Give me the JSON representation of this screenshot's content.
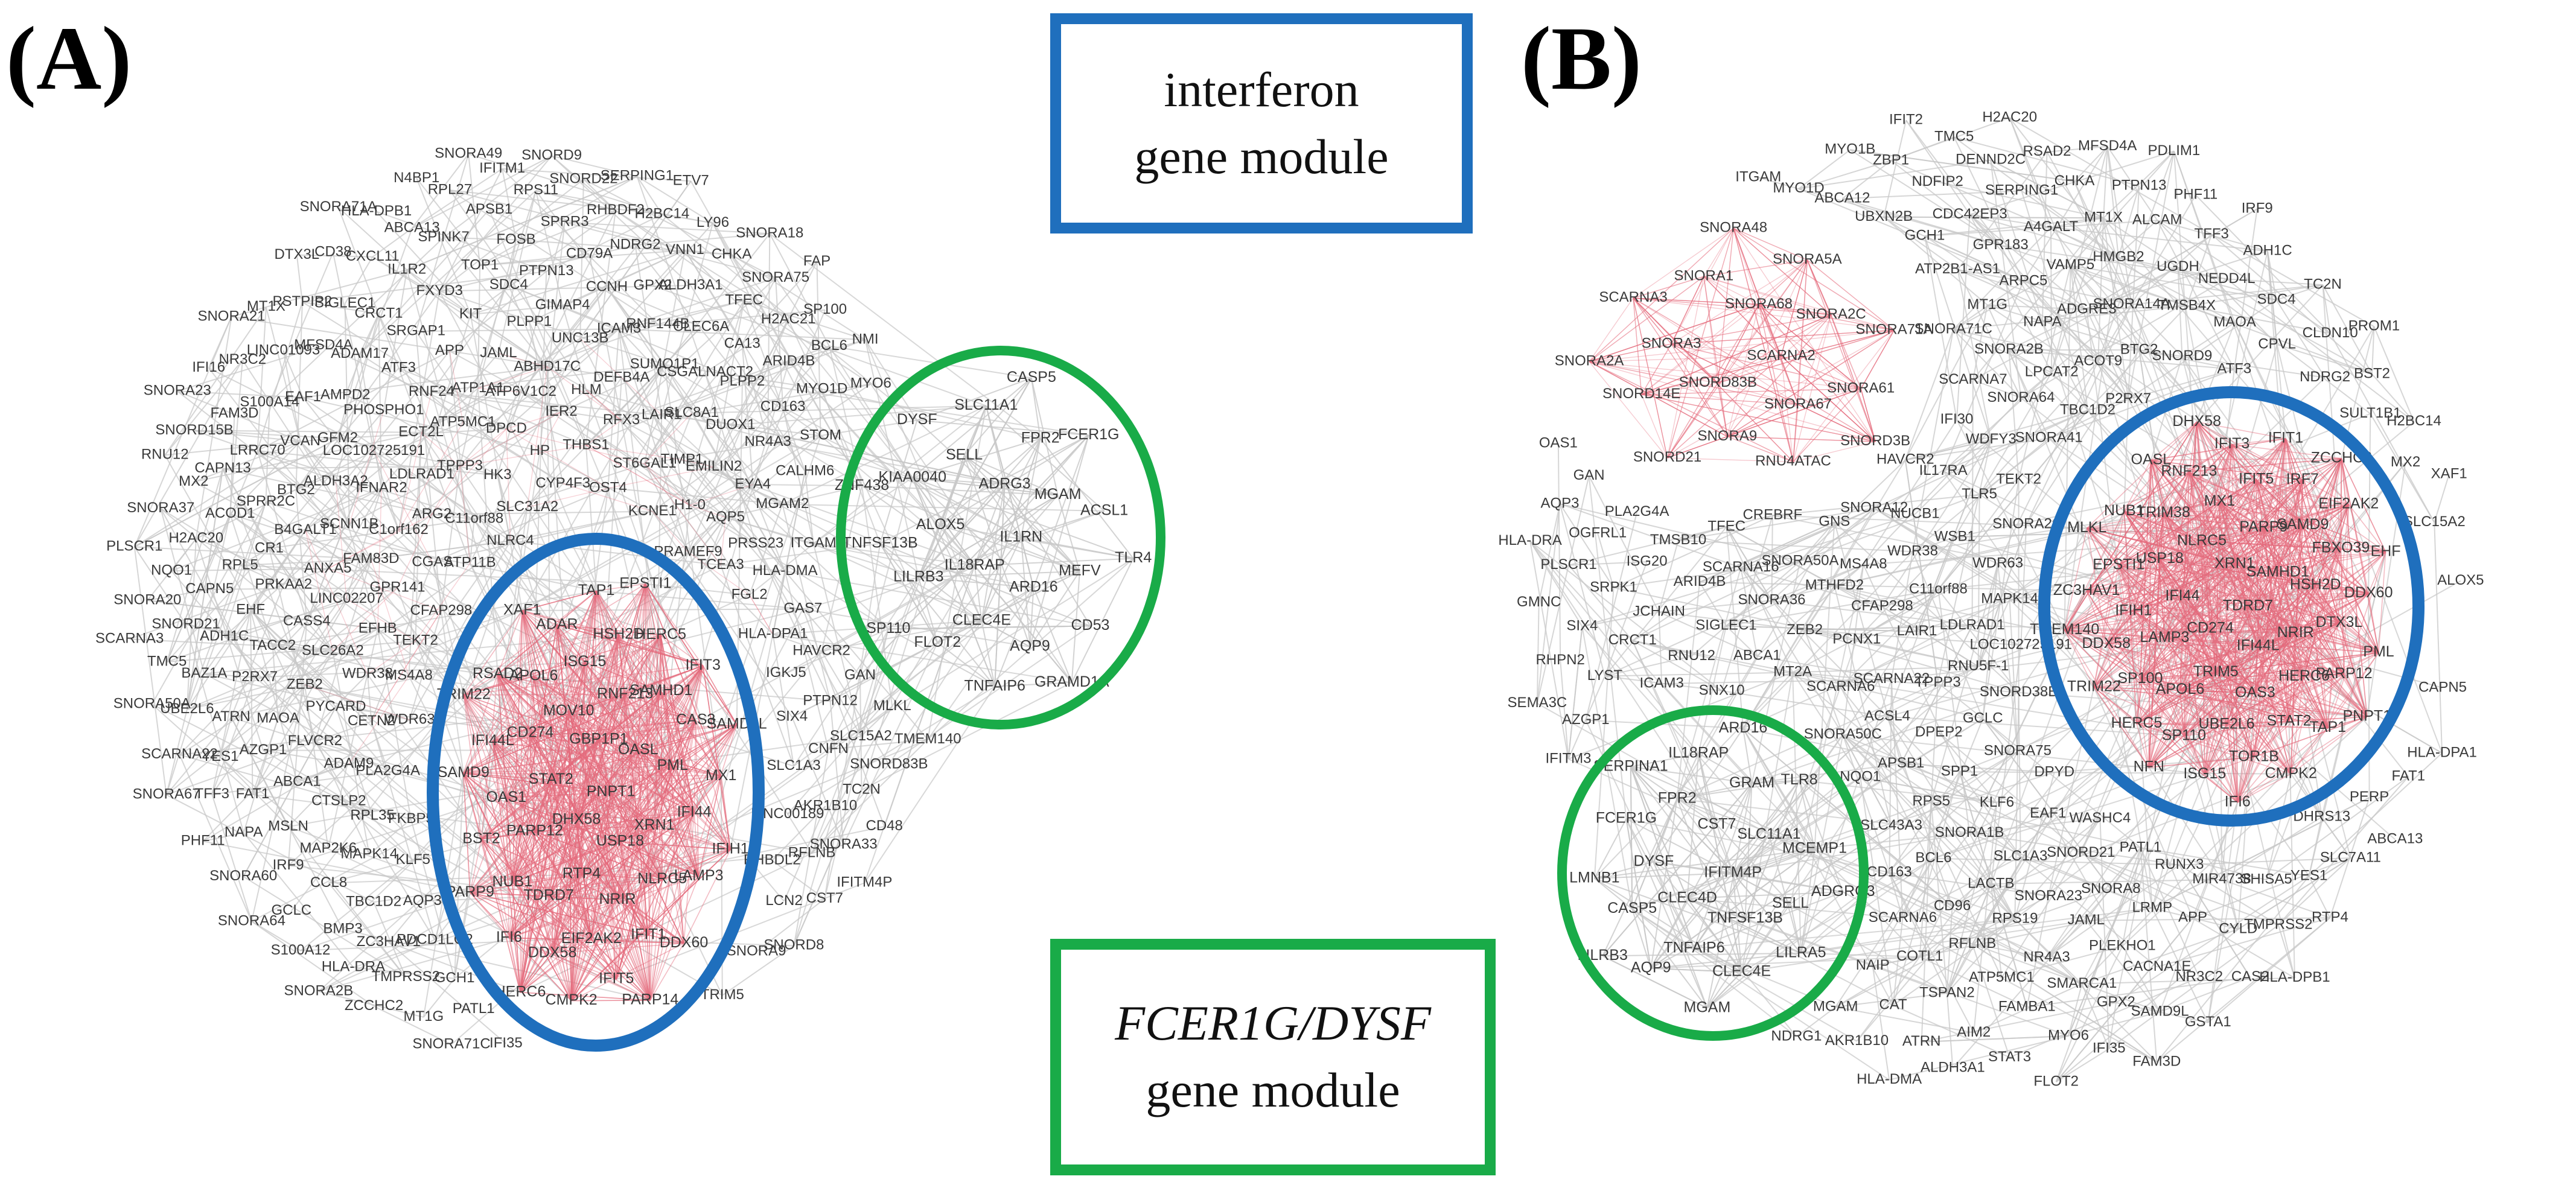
{
  "panels": [
    {
      "id": "A",
      "label": "(A)"
    },
    {
      "id": "B",
      "label": "(B)"
    }
  ],
  "legend": {
    "interferon": {
      "line1": "interferon",
      "line2": "gene module",
      "color": "#1f6fbd"
    },
    "fcer1g": {
      "line1": "FCER1G/DYSF",
      "line2": "gene module",
      "color": "#19ab48"
    }
  },
  "colors": {
    "edge": "#c8c8c8",
    "dense_edge": "#e46a7c",
    "node_text": "#3a3a3a"
  },
  "genes": {
    "A_outer": [
      "NLRC4",
      "ATP11B",
      "SLC31A2",
      "CFAP298",
      "C11orf88",
      "CYP4F3",
      "CGAS",
      "HK3",
      "TEKT2",
      "OST4",
      "ARG2",
      "HP",
      "GPR141",
      "KCNE1",
      "TPPP3",
      "MS4A8",
      "THBS1",
      "C1orf162",
      "PRAMEF9",
      "DPCD",
      "EFHB",
      "ST6GAL1",
      "LDLRAD1",
      "WDR63",
      "IER2",
      "FAM83D",
      "H1-0",
      "ATP5MC1",
      "WDR38",
      "RFX3",
      "IFNAR2",
      "TCEA3",
      "ATP6V1C2",
      "LINC02207",
      "TIMP1",
      "ECT2L",
      "CETN2",
      "HLM",
      "SCNN1B",
      "AQP5",
      "ATP1A1",
      "SLC26A2",
      "LAIR1",
      "LOC102725191",
      "FGL2",
      "PLA2G4A",
      "ABHD17C",
      "ANXA5",
      "EMILIN2",
      "RNF24",
      "PYCARD",
      "DEFB4A",
      "ALDH3A2",
      "PRSS23",
      "FKBP5",
      "JAML",
      "CASS4",
      "SLC8A1",
      "PHOSPHO1",
      "HLA-DPA1",
      "ADAM9",
      "UNC13B",
      "B4GALT1",
      "EYA4",
      "APP",
      "ZEB2",
      "SUMO1P1",
      "GFM2",
      "HLA-DMA",
      "RPL35",
      "PLPP1",
      "PRKAA2",
      "DUOX1",
      "ATF3",
      "IGKJ5",
      "FLVCR2",
      "ICAM3",
      "BTG2",
      "MGAM2",
      "KLF5",
      "KIT",
      "TACC2",
      "CSGALNACT2",
      "AMPD2",
      "GAS7",
      "CTSLP2",
      "GIMAP4",
      "CR1",
      "NR4A3",
      "SRGAP1",
      "SIX4",
      "MAOA",
      "RNF144B",
      "VCAN",
      "ITGAM",
      "MAPK14",
      "SDC4",
      "EHF",
      "PLPP2",
      "ADAM17",
      "HAVCR2",
      "ABCA1",
      "CCNH",
      "SPRR2C",
      "CALHM6",
      "AQP3",
      "FXYD3",
      "SLC1A3",
      "P2RX7",
      "CLEC6A",
      "EAF1",
      "MAP2K6",
      "PTPN13",
      "RPL5",
      "CD163",
      "CRCT1",
      "PTPN12",
      "AZGP1",
      "GPX2",
      "LRRC70",
      "TBC1D2",
      "TOP1",
      "LINC00189",
      "ADH1C",
      "CA13",
      "MFSD4A",
      "MSLN",
      "CD79A",
      "ACOD1",
      "STOM",
      "PDCD1LG2",
      "IL1R2",
      "CNFN",
      "ATRN",
      "ALDH3A1",
      "S100A14",
      "CCL8",
      "FOSB",
      "RHBDL2",
      "CAPN5",
      "ARID4B",
      "SIGLEC1",
      "GAN",
      "FAT1",
      "NDRG2",
      "CAPN13",
      "ZC3HAV1",
      "SPINK7",
      "AKR1B10",
      "BAZ1A",
      "TFEC",
      "LINC01093",
      "IRF9",
      "SPRR3",
      "H2AC20",
      "MYO1D",
      "GCH1",
      "CXCL11",
      "SLC15A2",
      "YES1",
      "VNN1",
      "FAM3D",
      "BMP3",
      "APSB1",
      "RFLNB",
      "SNORD21",
      "H2AC21",
      "PSTPIP2",
      "NAPA",
      "RHBDF2",
      "MX2",
      "TMPRSS2",
      "ABCA13",
      "TC2N",
      "UBE2L6",
      "CHKA",
      "NR3C2",
      "GCLC",
      "RPS11",
      "LCN2",
      "NQO1",
      "BCL6",
      "PATL1",
      "CD38",
      "MLKL",
      "TFF3",
      "H2BC14",
      "SNORD15B",
      "HLA-DRA",
      "RPL27",
      "SNORA33",
      "TMC5",
      "SNORA75",
      "MT1X",
      "SNORA60",
      "SNORD22",
      "SNORA9",
      "SNORA37",
      "MYO6",
      "MT1G",
      "HLA-DPB1",
      "SNORD83B",
      "SCARNA22",
      "LY96",
      "IFI16",
      "S100A12",
      "IFITM1",
      "CST7",
      "SNORA20",
      "SP100",
      "IFI35",
      "DTX3L",
      "PHF11",
      "SERPING1",
      "TRIM5",
      "RNU12",
      "ZCCHC2",
      "N4BP1",
      "CD48",
      "SNORA50A",
      "SNORA18",
      "SNORA21",
      "SNORA64",
      "SNORD9",
      "SNORD8",
      "PLSCR1",
      "NMI",
      "SNORA71C",
      "SNORA71A",
      "TMEM140",
      "SNORA67",
      "ETV7",
      "SNORA23",
      "SNORA2B",
      "SNORA49",
      "IFITM4P",
      "SCARNA3",
      "FAP"
    ],
    "A_ifn": [
      "PNPT1",
      "DHX58",
      "GBP1P1",
      "USP18",
      "STAT2",
      "OASL",
      "RTP4",
      "MOV10",
      "XRN1",
      "PARP12",
      "RNF213",
      "NRIR",
      "CD274",
      "PML",
      "TDRD7",
      "ISG15",
      "NLRC5",
      "OAS1",
      "SAMHD1",
      "EIF2AK2",
      "APOL6",
      "IFI44",
      "NUB1",
      "HSH2D",
      "IFIT1",
      "IFI44L",
      "CAS3",
      "DDX58",
      "ADAR",
      "LAMP3",
      "BST2",
      "HERC5",
      "IFIT5",
      "RSAD2",
      "MX1",
      "IFI6",
      "TAP1",
      "DDX60",
      "SAMD9",
      "IFIT3",
      "CMPK2",
      "XAF1",
      "IFIH1",
      "PARP9",
      "EPSTI1",
      "PARP14",
      "TRIM22",
      "SAMD9L",
      "HERC6"
    ],
    "A_fc": [
      "IL1RN",
      "IL18RAP",
      "ADRG3",
      "ARD16",
      "ALOX5",
      "MGAM",
      "CLEC4E",
      "SELL",
      "MEFV",
      "LILRB3",
      "FPR2",
      "AQP9",
      "KIAA0040",
      "ACSL1",
      "FLOT2",
      "SLC11A1",
      "CD53",
      "TNFSF13B",
      "FCER1G",
      "TNFAIP6",
      "DYSF",
      "TLR4",
      "SP110",
      "CASP5",
      "GRAMD1A",
      "ZNF438"
    ],
    "B_outer": [
      "MAPK14",
      "LDLRAD1",
      "WDR63",
      "LOC102725191",
      "C11orf88",
      "RNU5F-1",
      "WSB1",
      "LAIR1",
      "SNORA26",
      "SNORD38B",
      "WDR38",
      "TPPP3",
      "TLR5",
      "CFAP298",
      "GCLC",
      "NUCB1",
      "SCARNA22",
      "TEKT2",
      "MS4A8",
      "DPEP2",
      "IL17RA",
      "PCNX1",
      "SNORA75",
      "SNORA12",
      "ACSL4",
      "WDFY3",
      "MTHFD2",
      "SPP1",
      "HAVCR2",
      "SCARNA6",
      "SNORA41",
      "DPYD",
      "GNS",
      "APSB1",
      "IFI30",
      "ZEB2",
      "KLF6",
      "SNORA50C",
      "SNORA64",
      "SNORA50A",
      "RPS5",
      "MT2A",
      "TBC1D2",
      "EAF1",
      "NQO1",
      "SCARNA7",
      "SNORA36",
      "SNORA1B",
      "LPCAT2",
      "WASHC4",
      "CREBRF",
      "SLC43A3",
      "ABCA1",
      "P2RX7",
      "SLC1A3",
      "SNORA2B",
      "SCARNA16",
      "BCL6",
      "ACOT9",
      "SNORD21",
      "SNORA71C",
      "SIGLEC1",
      "LACTB",
      "NAPA",
      "PATL1",
      "TFEC",
      "CD163",
      "SNX10",
      "BTG2",
      "SNORA23",
      "MT1G",
      "ARID4B",
      "CD96",
      "ADGRE3",
      "SNORA8",
      "RNU12",
      "SNORD9",
      "RPS19",
      "ARPC5",
      "RUNX3",
      "TMSB10",
      "SCARNA6",
      "SNORA14A",
      "JAML",
      "ATP2B1-AS1",
      "JCHAIN",
      "ATF3",
      "RFLNB",
      "VAMP5",
      "LRMP",
      "ICAM3",
      "TMSB4X",
      "NR4A3",
      "GPR183",
      "MIR4738",
      "ISG20",
      "COTL1",
      "HMGB2",
      "PLEKHO1",
      "GCH1",
      "CRCT1",
      "MAOA",
      "ATP5MC1",
      "A4GALT",
      "APP",
      "PLA2G4A",
      "NAIP",
      "UGDH",
      "SMARCA1",
      "CDC42EP3",
      "SHISA5",
      "SRPK1",
      "CPVL",
      "TSPAN2",
      "MT1X",
      "CACNA1E",
      "UBXN2B",
      "DHRS13",
      "LYST",
      "NEDD4L",
      "FAMBA1",
      "SERPING1",
      "CYLD",
      "OGFRL1",
      "NDRG2",
      "CAT",
      "ALCAM",
      "GPX2",
      "NDFIP2",
      "YES1",
      "SIX4",
      "SDC4",
      "AIM2",
      "CHKA",
      "NR3C2",
      "GAN",
      "SULT1B1",
      "MGAM",
      "ABCA12",
      "PERP",
      "AZGP1",
      "TFF3",
      "MYO6",
      "DENND2C",
      "TMPRSS2",
      "PLSCR1",
      "CLDN10",
      "ATRN",
      "PTPN13",
      "SAMD9L",
      "MX2",
      "ZBP1",
      "SLC7A11",
      "RHPN2",
      "ADH1C",
      "STAT3",
      "RSAD2",
      "CAS2",
      "AQP3",
      "BST2",
      "AKR1B10",
      "MYO1D",
      "FAT1",
      "IFITM3",
      "PHF11",
      "IFI35",
      "SLC15A2",
      "TMC5",
      "RTP4",
      "GMNC",
      "TC2N",
      "ALDH3A1",
      "CAPN5",
      "MFSD4A",
      "GSTA1",
      "OAS1",
      "H2BC14",
      "NDRG1",
      "MYO1B",
      "ABCA13",
      "SEMA3C",
      "IRF9",
      "FLOT2",
      "ALOX5",
      "H2AC20",
      "HLA-DPB1",
      "HLA-DRA",
      "PROM1",
      "HLA-DMA",
      "ITGAM",
      "HLA-DPA1",
      "PDLIM1",
      "FAM3D",
      "XAF1",
      "IFIT2"
    ],
    "B_snor": [
      "SCARNA2",
      "SNORD83B",
      "SNORA68",
      "SNORA67",
      "SNORA3",
      "SNORA2C",
      "SNORA9",
      "SNORA1",
      "SNORA61",
      "SNORD14E",
      "SNORA5A",
      "RNU4ATAC",
      "SCARNA3",
      "SNORA71A",
      "SNORD21",
      "SNORA48",
      "SNORD3B",
      "SNORA2A"
    ],
    "B_ifn": [
      "TDRD7",
      "CD274",
      "XRN1",
      "IFI44L",
      "IFI44",
      "SAMHD1",
      "TRIM5",
      "NLRC5",
      "NRIR",
      "LAMP3",
      "PARP9",
      "OAS3",
      "USP18",
      "HSH2D",
      "APOL6",
      "MX1",
      "HERC6",
      "IFIH1",
      "SAMD9",
      "UBE2L6",
      "TRIM38",
      "DTX3L",
      "SP100",
      "IFIT5",
      "STAT2",
      "EPSTI1",
      "FBXO39",
      "SP110",
      "RNF213",
      "PARP12",
      "DDX58",
      "IRF7",
      "TOR1B",
      "NUB1",
      "DDX60",
      "HERC5",
      "IFIT3",
      "TAP1",
      "ZC3HAV1",
      "EIF2AK2",
      "ISG15",
      "OASL",
      "PML",
      "TRIM22",
      "IFIT1",
      "CMPK2",
      "MLKL",
      "EHF",
      "NFN",
      "DHX58",
      "PNPT1",
      "TMEM140",
      "ZCCHC2",
      "IFI6"
    ],
    "B_fc": [
      "IFITM4P",
      "CLEC4D",
      "CST7",
      "TNFSF13B",
      "DYSF",
      "SLC11A1",
      "TNFAIP6",
      "FPR2",
      "SELL",
      "CASP5",
      "GRAM",
      "CLEC4E",
      "FCER1G",
      "MCEMP1",
      "AQP9",
      "IL18RAP",
      "LILRA5",
      "LMNB1",
      "TLR8",
      "MGAM",
      "SERPINA1",
      "ADGRG3",
      "LILRB3",
      "ARD16"
    ]
  }
}
